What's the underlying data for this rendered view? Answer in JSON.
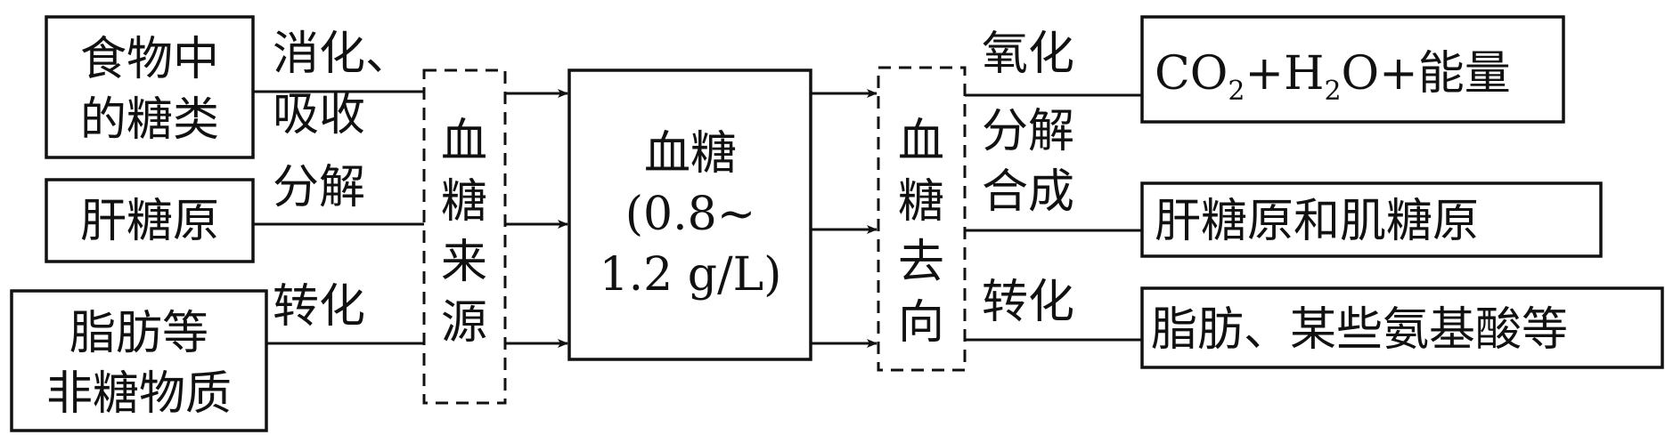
{
  "sources": {
    "food_sugar": [
      "食物中",
      "的糖类"
    ],
    "liver_glycogen": [
      "肝糖原"
    ],
    "non_sugar": [
      "脂肪等",
      "非糖物质"
    ]
  },
  "source_processes": {
    "digest_absorb": [
      "消化、",
      "吸收"
    ],
    "decompose": [
      "分解"
    ],
    "convert": [
      "转化"
    ]
  },
  "source_group_label": [
    "血",
    "糖",
    "来",
    "源"
  ],
  "center": {
    "title": "血糖",
    "range_line1": "(0.8~",
    "range_line2": "1.2 g/L)"
  },
  "destination_group_label": [
    "血",
    "糖",
    "去",
    "向"
  ],
  "destination_processes": {
    "oxidize_decompose": [
      "氧化",
      "分解"
    ],
    "synthesize": [
      "合成"
    ],
    "convert": [
      "转化"
    ]
  },
  "destinations": {
    "energy": {
      "co": "CO",
      "sub1": "2",
      "plus_h": "+H",
      "sub2": "2",
      "o_rest": "O+能量"
    },
    "glycogen": "肝糖原和肌糖原",
    "fat_amino": "脂肪、某些氨基酸等"
  }
}
